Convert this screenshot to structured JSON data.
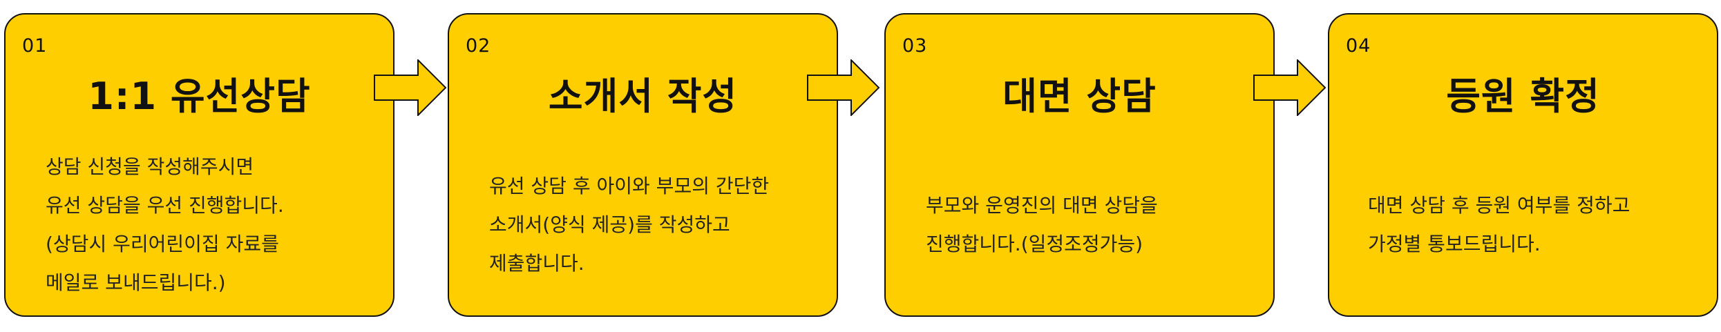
{
  "steps": [
    {
      "number": "01",
      "title": "1:1 유선상담",
      "lines": [
        "상담 신청을 작성해주시면",
        "유선 상담을 우선 진행합니다.",
        "(상담시 우리어린이집 자료를",
        "메일로 보내드립니다.)"
      ]
    },
    {
      "number": "02",
      "title": "소개서 작성",
      "lines": [
        "유선 상담 후 아이와 부모의 간단한",
        "소개서(양식 제공)를 작성하고",
        "제출합니다."
      ]
    },
    {
      "number": "03",
      "title": "대면 상담",
      "lines": [
        "부모와 운영진의 대면 상담을",
        "진행합니다.(일정조정가능)"
      ]
    },
    {
      "number": "04",
      "title": "등원 확정",
      "lines": [
        "대면 상담 후 등원 여부를 정하고",
        "가정별 통보드립니다."
      ]
    }
  ],
  "colors": {
    "card_fill": "#FFCE00",
    "outline": "#111111",
    "background": "#FFFFFF"
  }
}
